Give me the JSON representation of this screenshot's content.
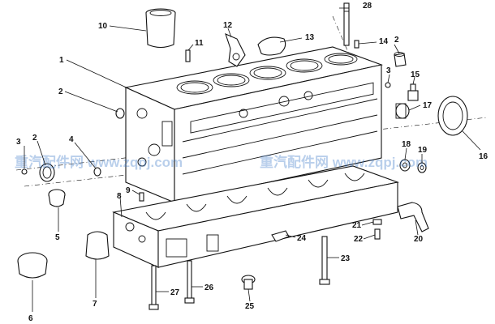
{
  "diagram": {
    "callouts": [
      "1",
      "2",
      "2",
      "2",
      "3",
      "3",
      "4",
      "5",
      "6",
      "7",
      "8",
      "9",
      "10",
      "11",
      "12",
      "13",
      "14",
      "15",
      "16",
      "17",
      "18",
      "19",
      "20",
      "21",
      "22",
      "23",
      "24",
      "25",
      "26",
      "27",
      "28"
    ],
    "watermark": "重汽配件网 www.zqpj.com"
  },
  "colors": {
    "line": "#111111",
    "watermark": "#3a78c8",
    "background": "#ffffff"
  }
}
